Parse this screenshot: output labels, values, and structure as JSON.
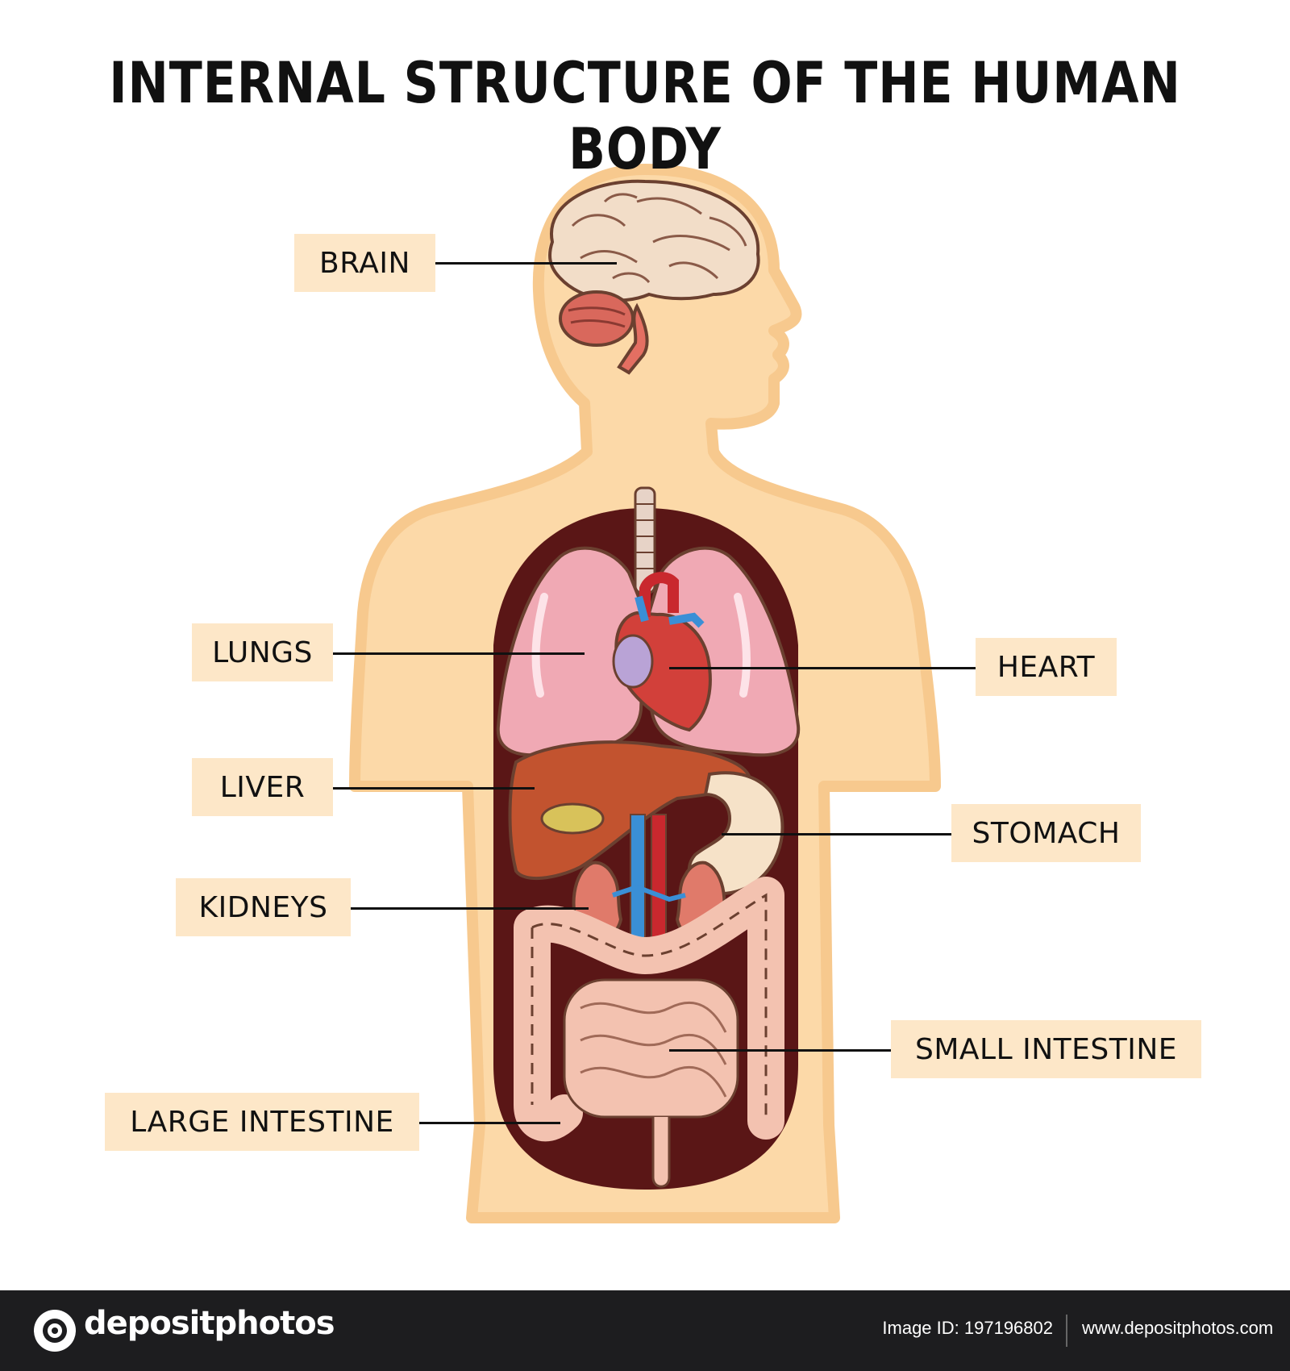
{
  "title": "INTERNAL STRUCTURE OF THE HUMAN BODY",
  "labels": {
    "brain": "BRAIN",
    "lungs": "LUNGS",
    "heart": "HEART",
    "liver": "LIVER",
    "stomach": "STOMACH",
    "kidneys": "KIDNEYS",
    "small_intestine": "SMALL INTESTINE",
    "large_intestine": "LARGE INTESTINE"
  },
  "footer": {
    "brand": "depositphotos",
    "image_id": "Image ID: 197196802",
    "url": "www.depositphotos.com"
  },
  "colors": {
    "label_bg": "#fde7c8",
    "body_skin": "#fcd9a8",
    "body_outline": "#f7c98e",
    "cavity": "#5a1616",
    "lung": "#f0a9b4",
    "heart": "#d2403a",
    "liver": "#c2532f",
    "intestine": "#f3c2b0",
    "artery": "#c9282e",
    "vein": "#3a8fd6",
    "footer_bg": "#1d1d1f"
  }
}
